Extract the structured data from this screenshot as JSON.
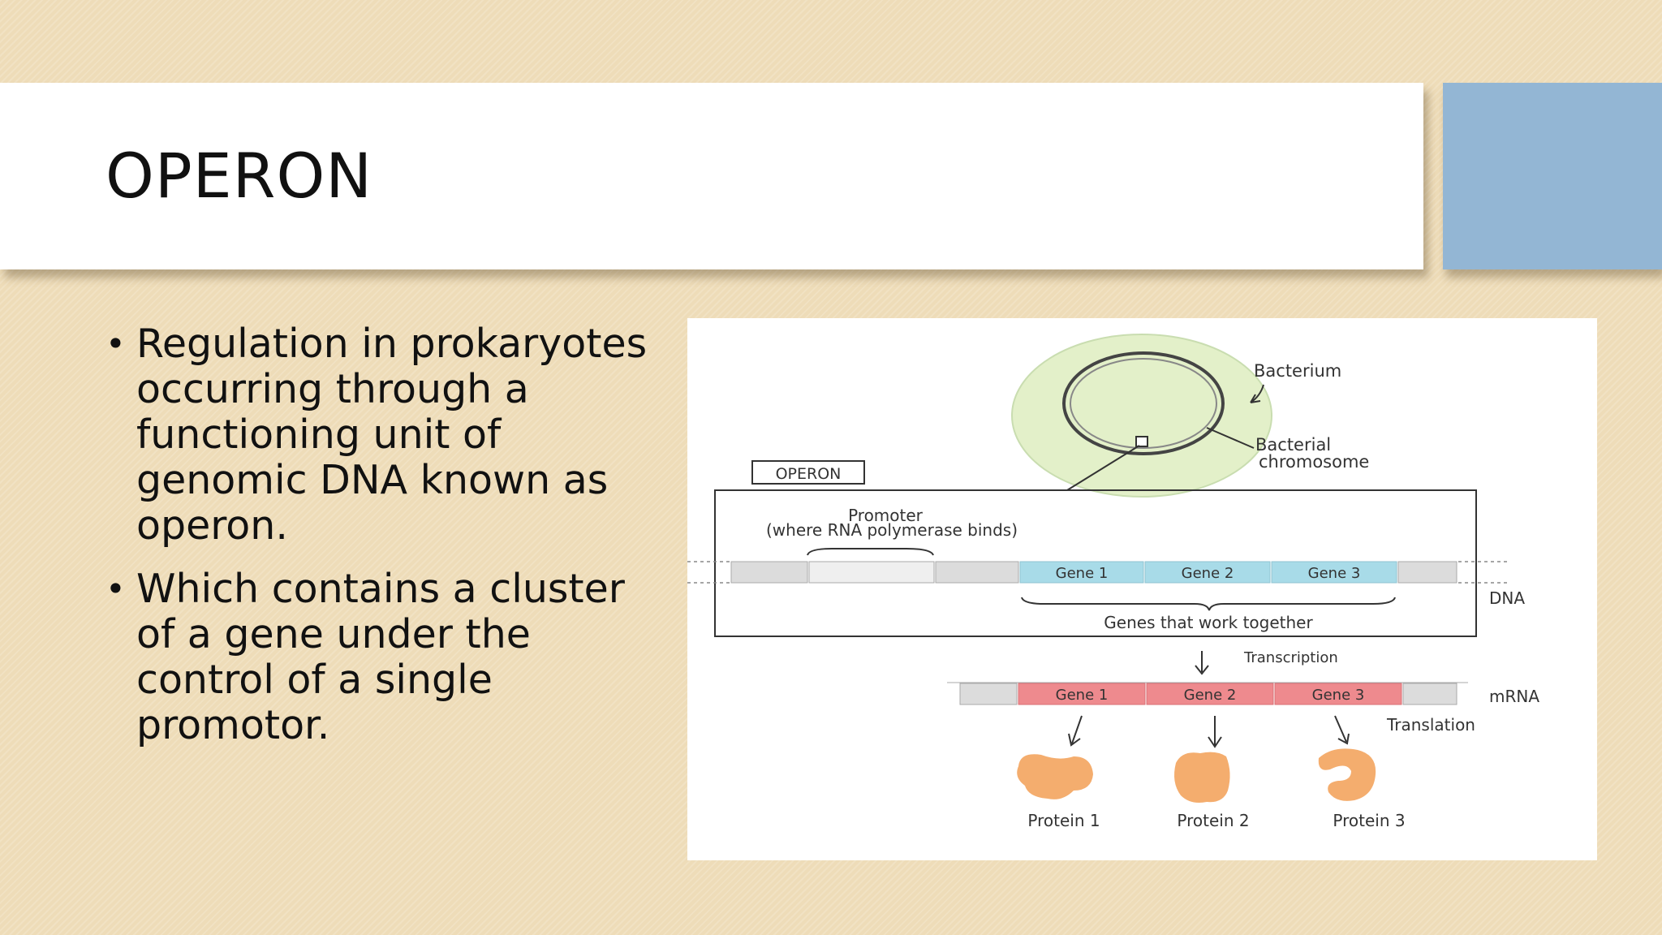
{
  "slide": {
    "title": "OPERON",
    "bullets": [
      "Regulation in prokaryotes occurring through a functioning unit of genomic DNA known as operon.",
      "Which contains a cluster of a gene under the control of a single promotor."
    ]
  },
  "diagram": {
    "labels": {
      "bacterium": "Bacterium",
      "bacterial_chromosome_line1": "Bacterial",
      "bacterial_chromosome_line2": "chromosome",
      "operon": "OPERON",
      "promoter_line1": "Promoter",
      "promoter_line2": "(where RNA polymerase binds)",
      "genes_together": "Genes that work together",
      "dna": "DNA",
      "transcription": "Transcription",
      "mrna": "mRNA",
      "translation": "Translation"
    },
    "dna_genes": [
      "Gene 1",
      "Gene 2",
      "Gene 3"
    ],
    "mrna_genes": [
      "Gene 1",
      "Gene 2",
      "Gene 3"
    ],
    "proteins": [
      "Protein 1",
      "Protein 2",
      "Protein 3"
    ],
    "colors": {
      "cell": "#e3f0c9",
      "dna_gene": "#a8dbe8",
      "mrna_gene": "#ee8a8e",
      "protein": "#f4ad6e",
      "segment_gray": "#dcdcdc",
      "accent_block": "#93b6d4"
    }
  }
}
